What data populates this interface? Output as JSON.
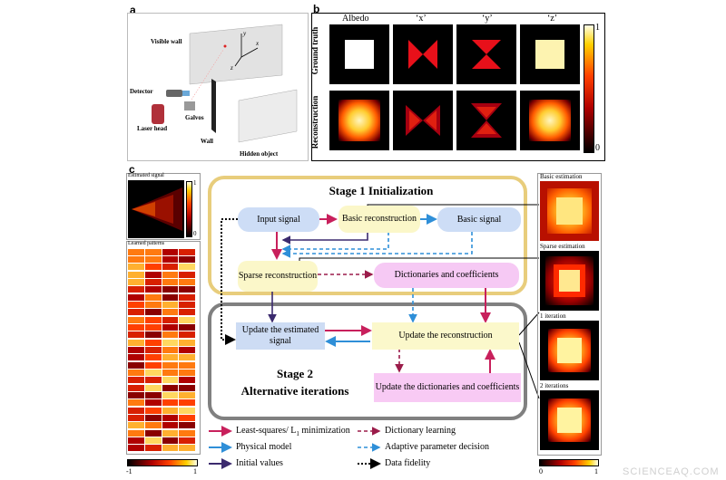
{
  "panels": {
    "a": "a",
    "b": "b",
    "c": "c"
  },
  "panel_a": {
    "visible_wall": "Visible wall",
    "detector": "Detector",
    "laser_head": "Laser head",
    "galvos": "Galvos",
    "wall": "Wall",
    "hidden_object": "Hidden object",
    "axis_x": "x",
    "axis_y": "y",
    "axis_z": "z"
  },
  "panel_b": {
    "columns": [
      "Albedo",
      "‘x’",
      "‘y’",
      "‘z’"
    ],
    "rows": [
      "Ground truth",
      "Reconstruction"
    ],
    "colorbar_max": "1",
    "colorbar_min": "0"
  },
  "panel_c": {
    "estimated_signal": "Estimated signal",
    "est_cb_max": "1",
    "est_cb_min": "0",
    "learned_patterns": "Learned patterns",
    "lp_cb_min": "-1",
    "lp_cb_max": "1",
    "stage1_title": "Stage 1 Initialization",
    "stage2_line1": "Stage 2",
    "stage2_line2": "Alternative iterations",
    "nodes": {
      "input_signal": "Input signal",
      "basic_reconstruction": "Basic reconstruction",
      "basic_signal": "Basic signal",
      "sparse_reconstruction": "Sparse reconstruction",
      "dictionaries_coefficients": "Dictionaries and coefficients",
      "update_signal": "Update the estimated signal",
      "update_reconstruction": "Update the reconstruction",
      "update_dictionaries": "Update the dictionaries and coefficients"
    },
    "right_column": [
      "Basic estimation",
      "Sparse estimation",
      "1 iteration",
      "2 iterations"
    ],
    "right_cb_min": "0",
    "right_cb_max": "1",
    "legend": {
      "least_squares": "Least-squares/ L",
      "least_squares_sub": "1",
      "least_squares_tail": " minimization",
      "physical_model": "Physical model",
      "initial_values": "Initial values",
      "dictionary_learning": "Dictionary learning",
      "adaptive_parameter": "Adaptive parameter decision",
      "data_fidelity": "Data fidelity"
    },
    "colors": {
      "least_squares": "#c8205c",
      "physical_model": "#2f8fd8",
      "initial_values": "#3b2a6e",
      "dictionary_learning": "#9b1c4a",
      "adaptive_parameter": "#2f8fd8",
      "data_fidelity": "#000000",
      "stage1_border": "#e8cd7c",
      "stage2_border": "#808080"
    }
  },
  "watermark": "SCIENCEAQ.COM"
}
